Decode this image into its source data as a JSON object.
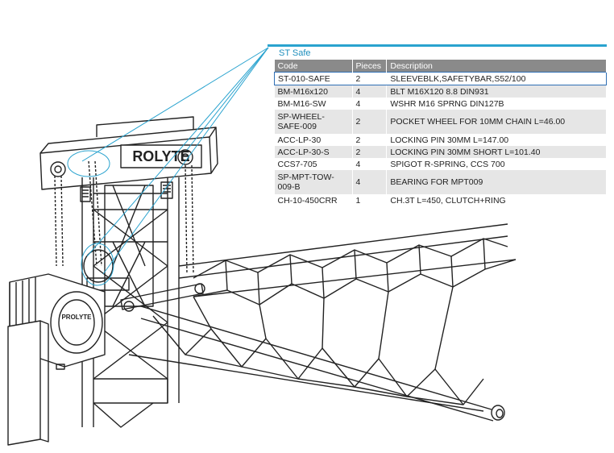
{
  "panel": {
    "title": "ST Safe",
    "headers": {
      "code": "Code",
      "pieces": "Pieces",
      "description": "Description"
    },
    "rows": [
      {
        "code": "ST-010-SAFE",
        "pieces": "2",
        "description": "SLEEVEBLK,SAFETYBAR,S52/100",
        "selected": true
      },
      {
        "code": "BM-M16x120",
        "pieces": "4",
        "description": "BLT M16X120 8.8 DIN931"
      },
      {
        "code": "BM-M16-SW",
        "pieces": "4",
        "description": "WSHR M16 SPRNG DIN127B"
      },
      {
        "code": "SP-WHEEL-SAFE-009",
        "pieces": "2",
        "description": "POCKET WHEEL FOR 10MM CHAIN L=46.00"
      },
      {
        "code": "ACC-LP-30",
        "pieces": "2",
        "description": "LOCKING PIN 30MM L=147.00"
      },
      {
        "code": "ACC-LP-30-S",
        "pieces": "2",
        "description": "LOCKING PIN 30MM SHORT L=101.40"
      },
      {
        "code": "CCS7-705",
        "pieces": "4",
        "description": "SPIGOT R-SPRING, CCS 700"
      },
      {
        "code": "SP-MPT-TOW-009-B",
        "pieces": "4",
        "description": "BEARING FOR MPT009"
      },
      {
        "code": "CH-10-450CRR",
        "pieces": "1",
        "description": "CH.3T L=450, CLUTCH+RING"
      }
    ]
  },
  "brand": {
    "logo_text": "ROLYTE",
    "hoist_label": "PROLYTE"
  },
  "colors": {
    "accent": "#2aa3cf",
    "header_bg": "#8a8a8a",
    "row_alt": "#e6e6e6",
    "selected_border": "#2f6fb5",
    "line": "#222222"
  }
}
